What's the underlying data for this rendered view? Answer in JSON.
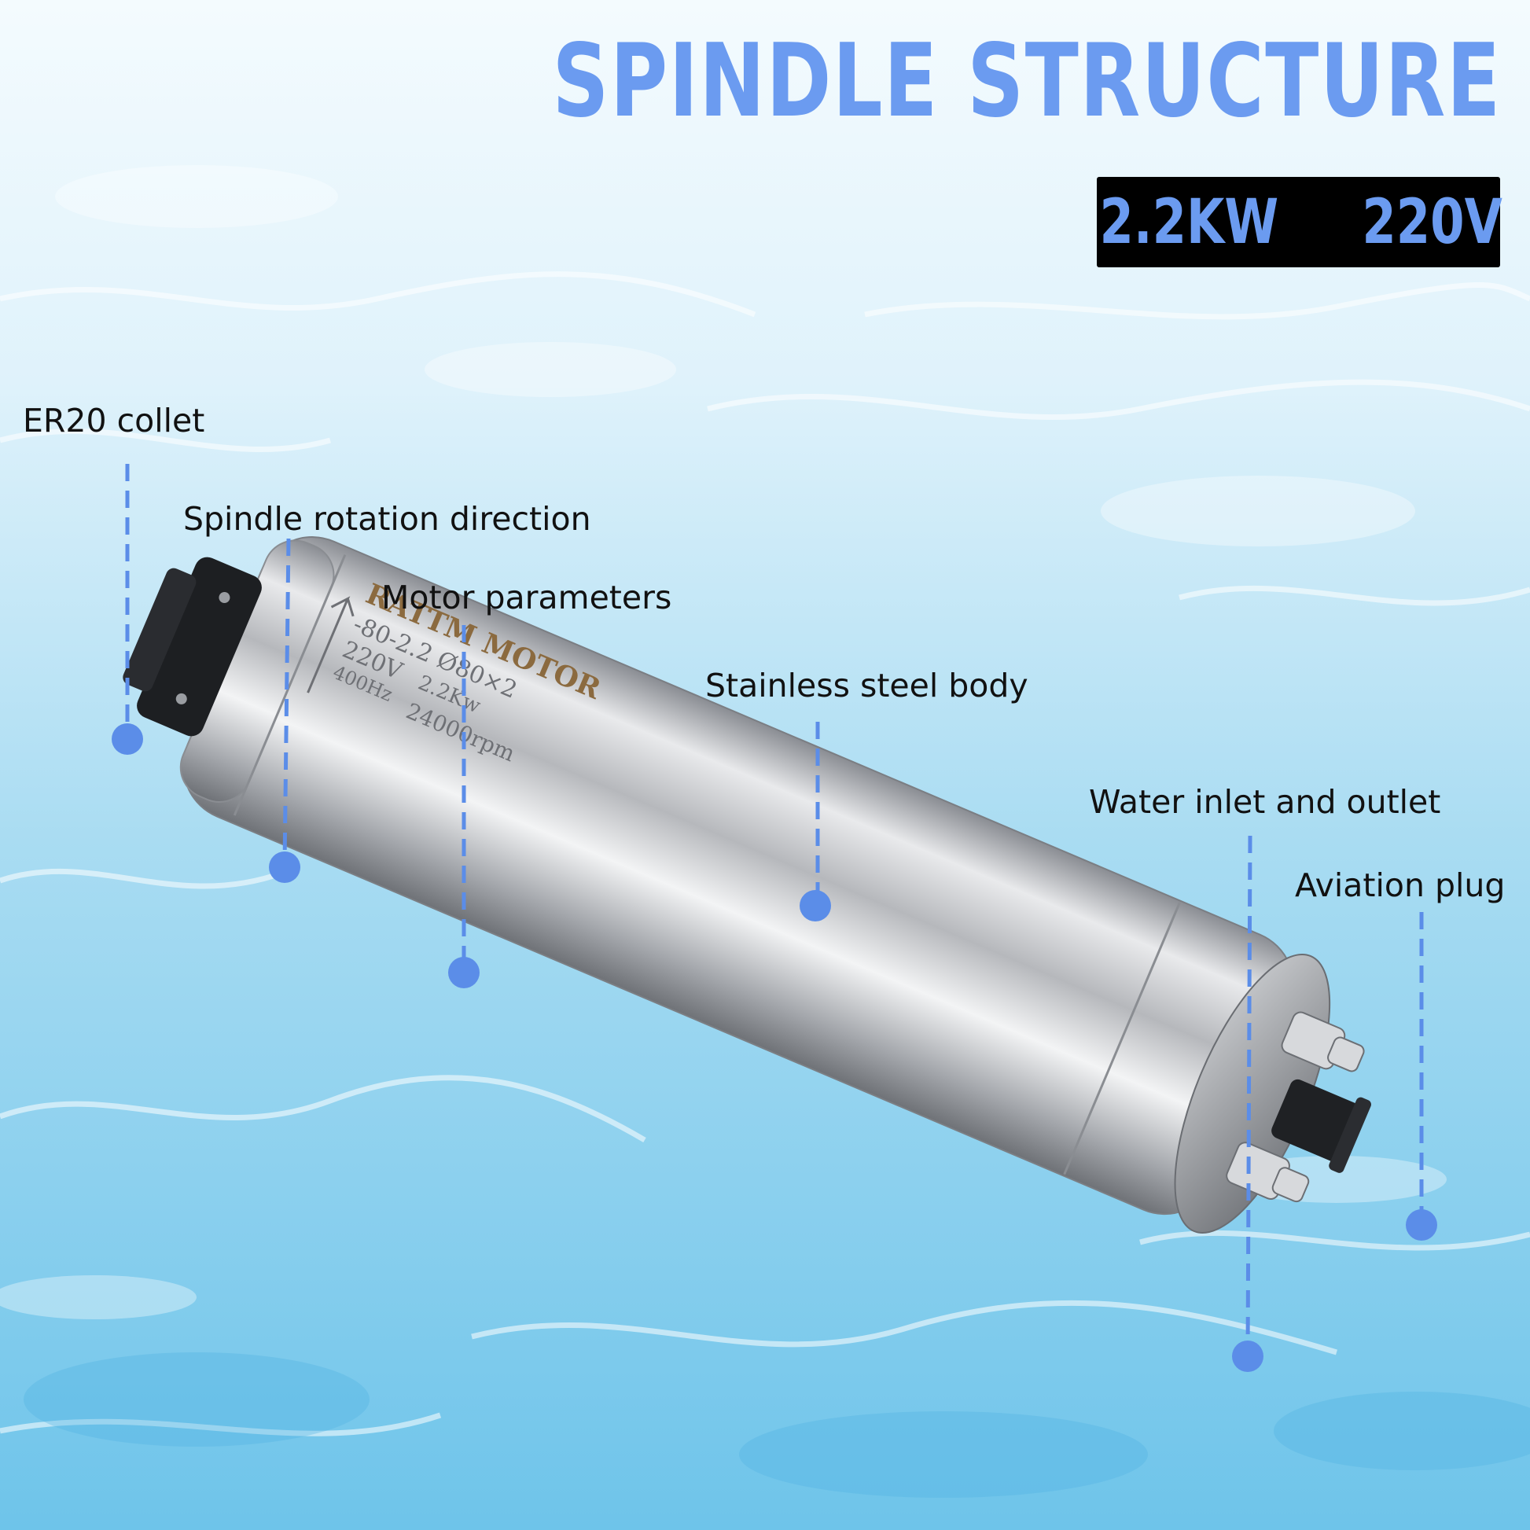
{
  "title": "SPINDLE STRUCTURE",
  "specs": {
    "power": "2.2KW",
    "voltage": "220V"
  },
  "callouts": [
    {
      "id": "er20-collet",
      "label": "ER20 collet"
    },
    {
      "id": "rotation-direction",
      "label": "Spindle rotation direction"
    },
    {
      "id": "motor-parameters",
      "label": "Motor parameters"
    },
    {
      "id": "body",
      "label": "Stainless steel body"
    },
    {
      "id": "water",
      "label": "Water inlet and outlet"
    },
    {
      "id": "plug",
      "label": "Aviation plug"
    }
  ],
  "nameplate": {
    "brand": "RATTM MOTOR",
    "model": "-80-2.2  Ø80×2",
    "voltage": "220V",
    "power": "2.2Kw",
    "frequency": "400Hz",
    "speed": "24000rpm"
  },
  "colors": {
    "accent": "#6b9bf0",
    "dot": "#5b8de8",
    "spec_bg": "#000000",
    "water": "#9fd6ee"
  }
}
